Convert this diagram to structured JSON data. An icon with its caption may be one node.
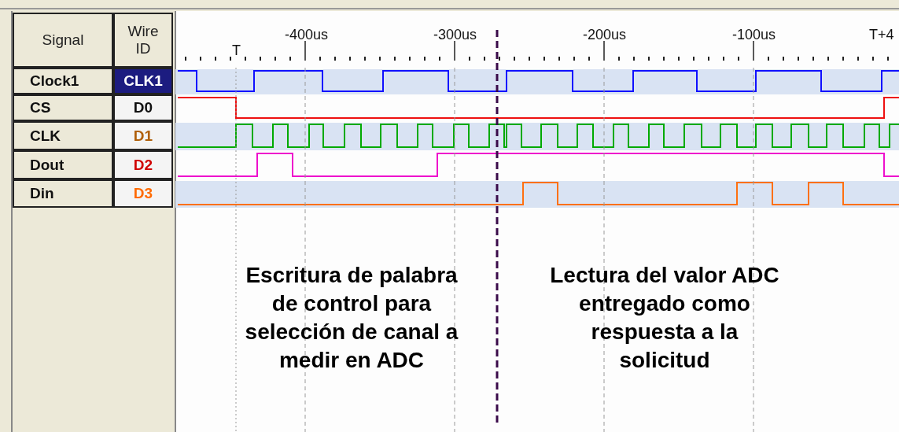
{
  "diagram": {
    "labels": [
      "Signal",
      "Wire ID",
      "T",
      "-400us",
      "-300us",
      "-200us",
      "-100us",
      "T+4",
      "Clock1",
      "CLK1",
      "CS",
      "D0",
      "CLK",
      "D1",
      "Dout",
      "D2",
      "Din",
      "D3",
      "Escritura de palabra de control para selección de canal a medir en ADC",
      "Lectura del valor ADC entregado como respuesta a la solicitud"
    ]
  }
}
